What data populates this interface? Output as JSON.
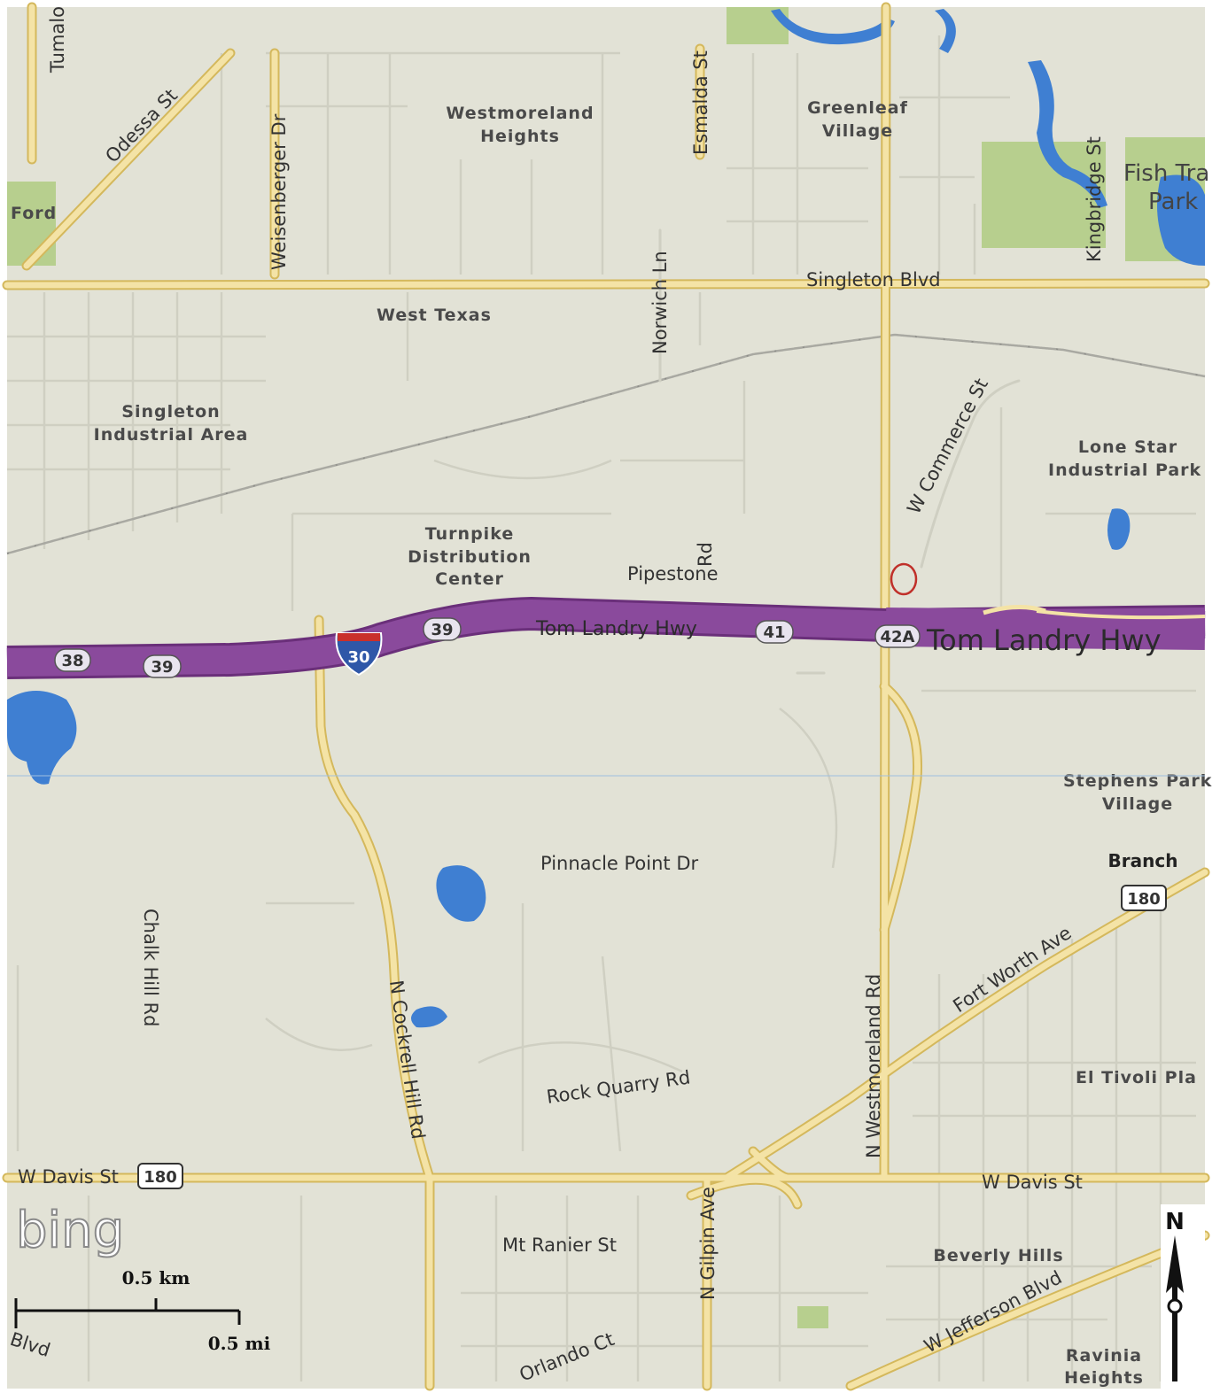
{
  "areas": {
    "westmoreland_heights": [
      "Westmoreland",
      "Heights"
    ],
    "greenleaf_village": [
      "Greenleaf",
      "Village"
    ],
    "ford": "Ford",
    "west_texas": "West Texas",
    "singleton_industrial": [
      "Singleton",
      "Industrial Area"
    ],
    "turnpike": [
      "Turnpike",
      "Distribution",
      "Center"
    ],
    "lone_star": [
      "Lone Star",
      "Industrial Park"
    ],
    "stephens_park": [
      "Stephens Park",
      "Village"
    ],
    "el_tivoli": "El Tivoli Pla",
    "beverly_hills": "Beverly Hills",
    "ravinia": [
      "Ravinia",
      "Heights"
    ],
    "branch": "Branch"
  },
  "parks": {
    "fish_trap": [
      "Fish Tra",
      "Park"
    ]
  },
  "streets": {
    "tumalo": "Tumalo",
    "odessa": "Odessa St",
    "weisenberger": "Weisenberger Dr",
    "esmalda": "Esmalda St",
    "kingbridge": "Kingbridge St",
    "singleton": "Singleton Blvd",
    "norwich": "Norwich Ln",
    "commerce": "W Commerce St",
    "pipestone": "Pipestone",
    "pipestone_rd": "Rd",
    "pinnacle": "Pinnacle Point Dr",
    "chalkhill": "Chalk Hill Rd",
    "cockrell": "N Cockrell Hill Rd",
    "westmoreland": "N Westmoreland Rd",
    "fort_worth": "Fort Worth Ave",
    "rock_quarry": "Rock Quarry Rd",
    "davis_w": "W Davis St",
    "davis_e": "W Davis St",
    "mt_ranier": "Mt Ranier St",
    "gilpin": "N Gilpin Ave",
    "jefferson": "W Jefferson Blvd",
    "orlando": "Orlando Ct",
    "blvd": "Blvd"
  },
  "highway": {
    "name_small": "Tom Landry Hwy",
    "name_large": "Tom Landry Hwy",
    "interstate": "30",
    "exits": [
      "38",
      "39",
      "39",
      "41",
      "42A"
    ],
    "us_route": "180"
  },
  "logo": "bing",
  "scale": {
    "km": "0.5 km",
    "mi": "0.5 mi"
  },
  "north": "N",
  "colors": {
    "land": "#e2e2d6",
    "road": "#f4e3a6",
    "road_edge": "#d4b85c",
    "highway": "#8a4a9c",
    "water": "#3f7fd2",
    "park": "#b7cf8e",
    "marker": "#c0302a"
  }
}
